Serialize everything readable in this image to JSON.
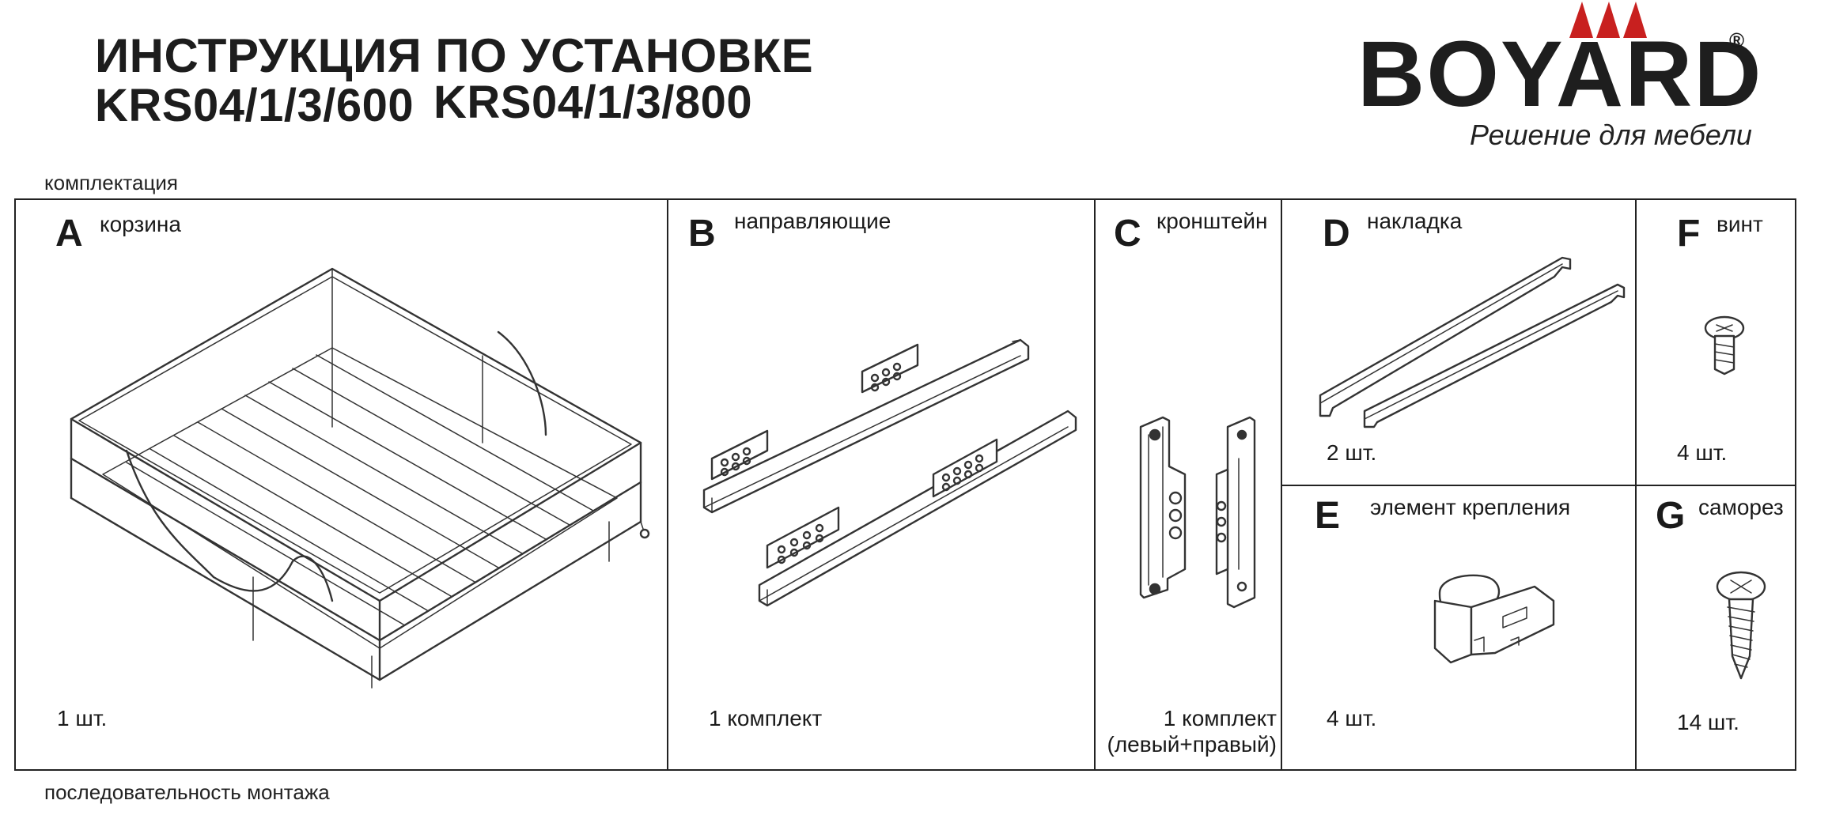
{
  "header": {
    "title": "ИНСТРУКЦИЯ ПО УСТАНОВКЕ",
    "models": [
      "KRS04/1/3/600",
      "KRS04/1/3/800"
    ]
  },
  "brand": {
    "name": "BOYARD",
    "registered_mark": "®",
    "tagline": "Решение для мебели",
    "accent_color": "#c8201f"
  },
  "sections": {
    "kit": "комплектация",
    "sequence": "последовательность монтажа"
  },
  "parts": {
    "A": {
      "letter": "A",
      "name": "корзина",
      "qty": "1 шт.",
      "icon": "wire-basket-icon"
    },
    "B": {
      "letter": "B",
      "name": "направляющие",
      "qty": "1 комплект",
      "icon": "slide-rails-icon"
    },
    "C": {
      "letter": "C",
      "name": "кронштейн",
      "qty": "1 комплект",
      "qty_note": "(левый+правый)",
      "icon": "bracket-icon"
    },
    "D": {
      "letter": "D",
      "name": "накладка",
      "qty": "2 шт.",
      "icon": "overlay-strip-icon"
    },
    "E": {
      "letter": "E",
      "name": "элемент крепления",
      "qty": "4 шт.",
      "icon": "fastening-clip-icon"
    },
    "F": {
      "letter": "F",
      "name": "винт",
      "qty": "4 шт.",
      "icon": "screw-icon"
    },
    "G": {
      "letter": "G",
      "name": "саморез",
      "qty": "14 шт.",
      "icon": "self-tapping-screw-icon"
    }
  }
}
